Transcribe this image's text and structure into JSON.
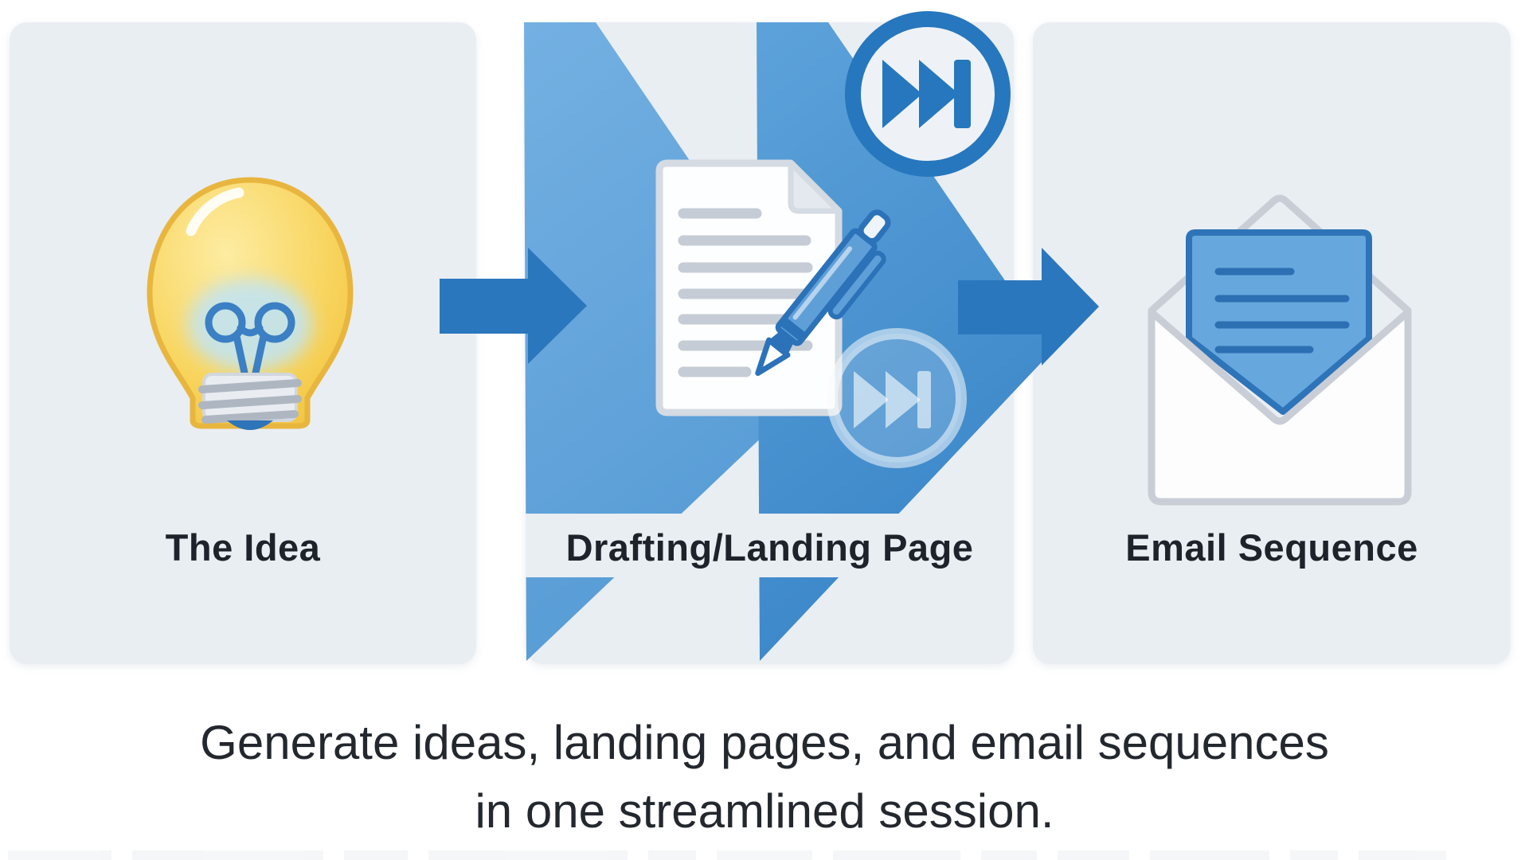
{
  "steps": [
    {
      "label": "The Idea",
      "icon": "lightbulb-icon"
    },
    {
      "label": "Drafting/Landing Page",
      "icon": "document-pen-icon"
    },
    {
      "label": "Email Sequence",
      "icon": "envelope-letter-icon"
    }
  ],
  "arrows": [
    {
      "icon": "arrow-right-icon",
      "from": "The Idea",
      "to": "Drafting/Landing Page"
    },
    {
      "icon": "arrow-right-icon",
      "from": "Drafting/Landing Page",
      "to": "Email Sequence"
    }
  ],
  "badges": [
    {
      "icon": "fast-forward-icon",
      "style": "solid"
    },
    {
      "icon": "fast-forward-icon",
      "style": "faded"
    }
  ],
  "caption": {
    "line1": "Generate ideas, landing pages, and email sequences",
    "line2": "in one streamlined session."
  },
  "colors": {
    "panel_background": "#e9eef3",
    "accent_blue": "#2b77bd",
    "sail_light_blue": "#6aabde",
    "sail_medium_blue": "#4890cf",
    "bulb_yellow": "#f6cf52",
    "letter_blue": "#66a7dd",
    "text_dark": "#1e222a"
  }
}
